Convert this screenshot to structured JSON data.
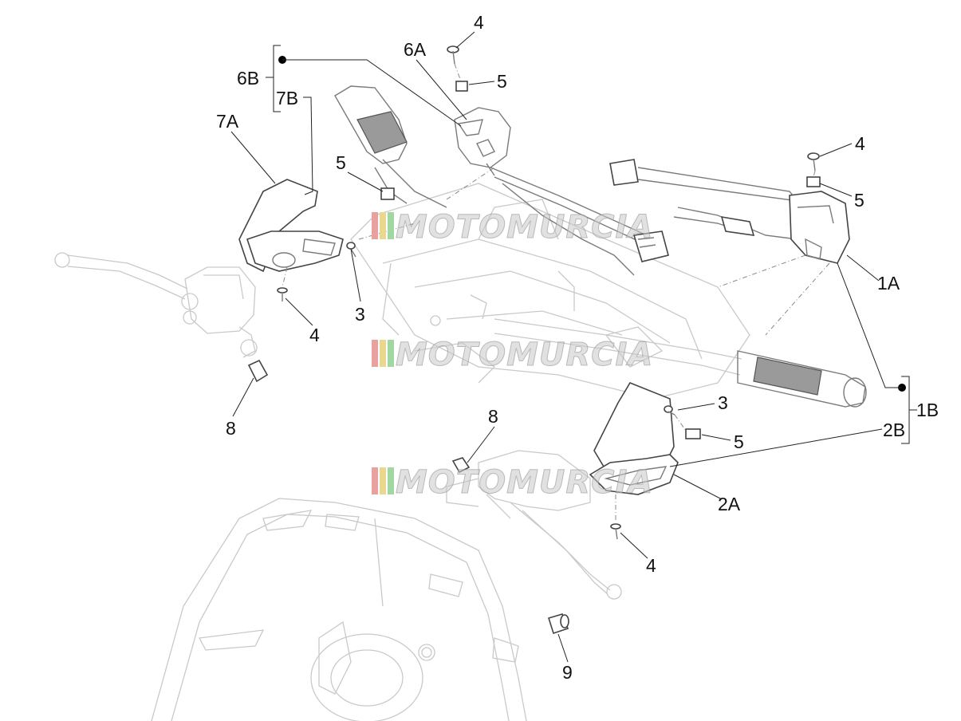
{
  "watermark": {
    "text": "MOTOMURCIA",
    "stripe_colors": [
      "#e8a0a0",
      "#e8d890",
      "#a0d8a0"
    ]
  },
  "callouts": {
    "c6B": "6B",
    "c7B": "7B",
    "c7A": "7A",
    "c6A": "6A",
    "c4_top": "4",
    "c5_top": "5",
    "c5_left": "5",
    "c4_right": "4",
    "c5_right": "5",
    "c1A": "1A",
    "c3_left": "3",
    "c4_left": "4",
    "c8_left": "8",
    "c3_right": "3",
    "c1B": "1B",
    "c2B": "2B",
    "c5_mid": "5",
    "c8_mid": "8",
    "c2A": "2A",
    "c4_bottom": "4",
    "c9": "9"
  }
}
